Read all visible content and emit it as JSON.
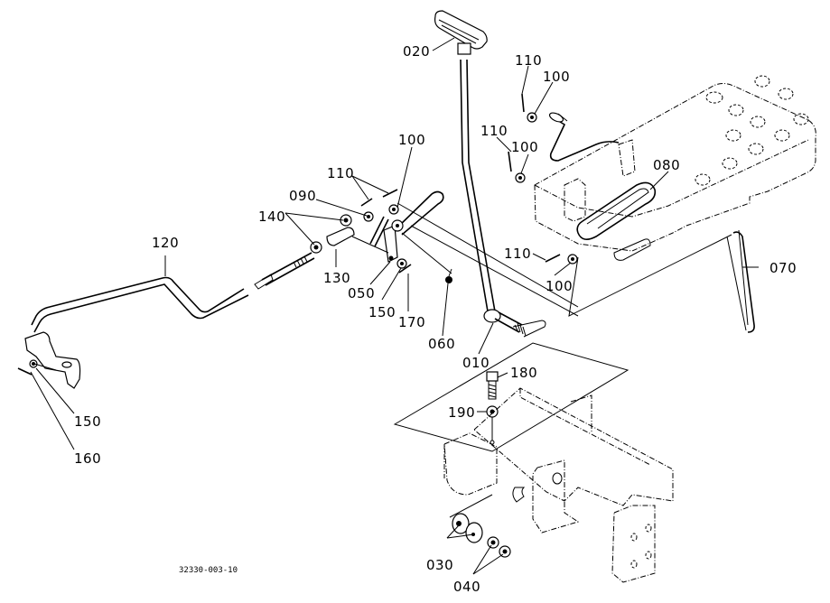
{
  "diagram": {
    "title": "Parts exploded view - hand throttle / lever linkage",
    "drawing_code": "32330-003-10",
    "parts": [
      {
        "id": "010",
        "label": "010"
      },
      {
        "id": "020",
        "label": "020"
      },
      {
        "id": "030",
        "label": "030"
      },
      {
        "id": "040",
        "label": "040"
      },
      {
        "id": "050",
        "label": "050"
      },
      {
        "id": "060",
        "label": "060"
      },
      {
        "id": "070",
        "label": "070"
      },
      {
        "id": "080",
        "label": "080"
      },
      {
        "id": "090",
        "label": "090"
      },
      {
        "id": "100",
        "label": "100"
      },
      {
        "id": "110",
        "label": "110"
      },
      {
        "id": "120",
        "label": "120"
      },
      {
        "id": "130",
        "label": "130"
      },
      {
        "id": "140",
        "label": "140"
      },
      {
        "id": "150",
        "label": "150"
      },
      {
        "id": "160",
        "label": "160"
      },
      {
        "id": "170",
        "label": "170"
      },
      {
        "id": "180",
        "label": "180"
      },
      {
        "id": "190",
        "label": "190"
      }
    ],
    "callouts": {
      "c020": "020",
      "c110_top": "110",
      "c100_top": "100",
      "c110_mid": "110",
      "c100_mid": "100",
      "c080": "080",
      "c110_low": "110",
      "c100_low": "100",
      "c070": "070",
      "c100_lever": "100",
      "c110_lever": "110",
      "c090": "090",
      "c140": "140",
      "c120": "120",
      "c130": "130",
      "c050": "050",
      "c150_lever": "150",
      "c170": "170",
      "c060": "060",
      "c010": "010",
      "c180": "180",
      "c190": "190",
      "c150_arm": "150",
      "c160": "160",
      "c030": "030",
      "c040": "040"
    }
  }
}
